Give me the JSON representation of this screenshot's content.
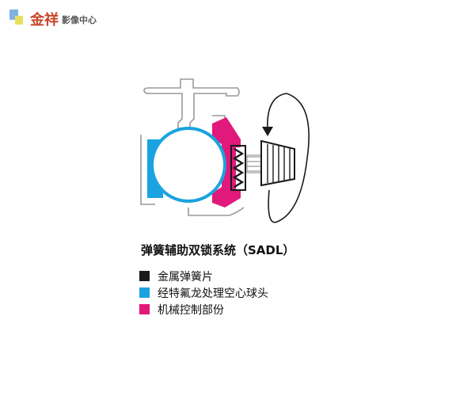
{
  "logo": {
    "main": "金祥",
    "sub": "影像中心"
  },
  "diagram": {
    "title": "弹簧辅助双锁系统（SADL）",
    "colors": {
      "metal_spring": "#1a1a1a",
      "ptfe_ball": "#1aa3e0",
      "control_part": "#e0197a",
      "outline": "#9a9a9a"
    },
    "legend": [
      {
        "label": "金属弹簧片",
        "color": "#1a1a1a"
      },
      {
        "label": "经特氟龙处理空心球头",
        "color": "#1aa3e0"
      },
      {
        "label": "机械控制部份",
        "color": "#e0197a"
      }
    ]
  }
}
